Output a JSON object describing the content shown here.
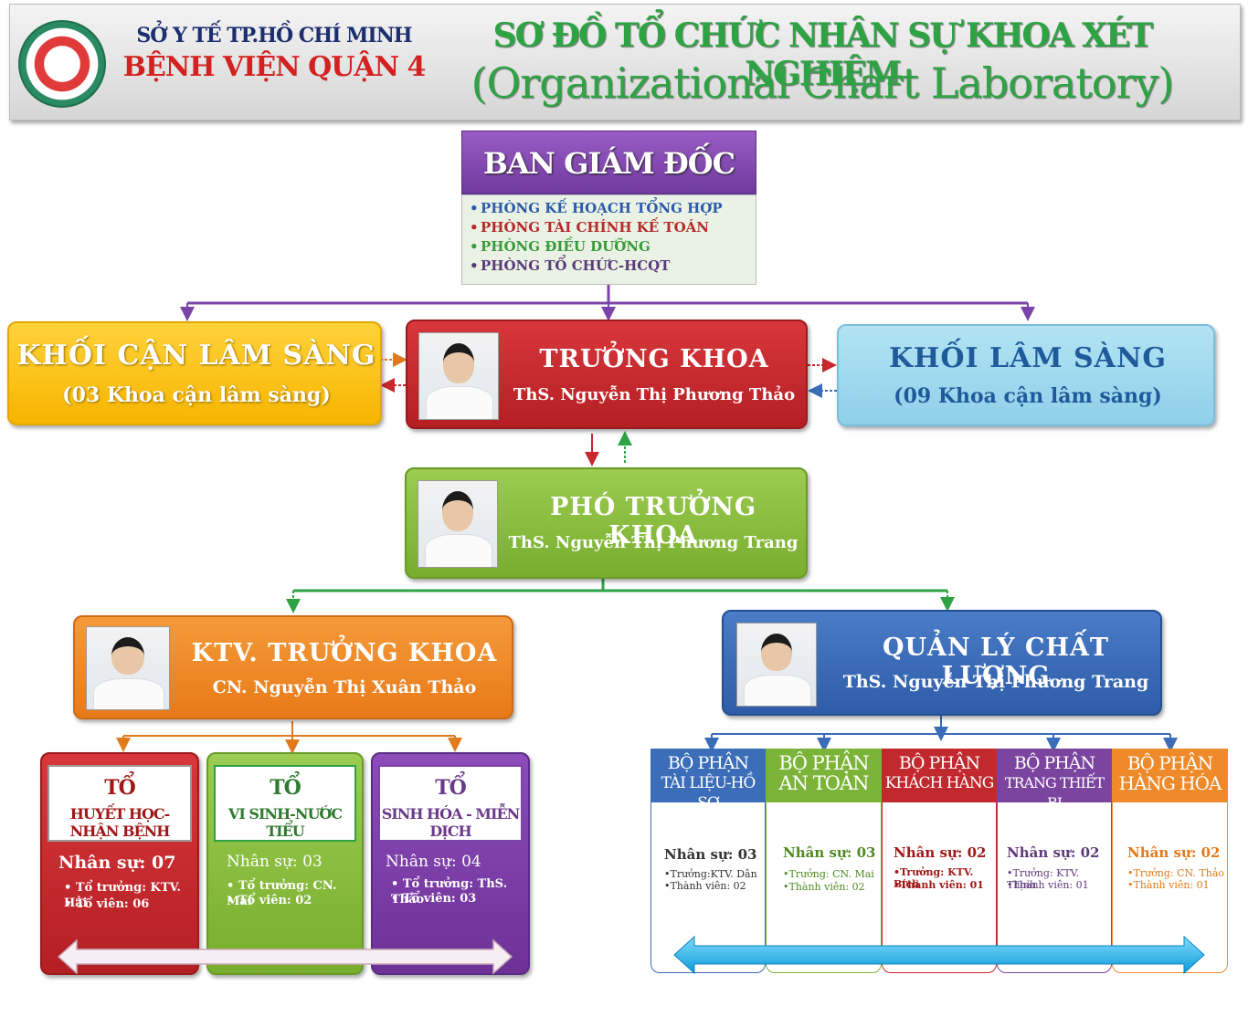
{
  "header": {
    "org_sub": "SỞ Y TẾ TP.HỒ CHÍ MINH",
    "org_main": "BỆNH VIỆN QUẬN 4",
    "title_vi": "SƠ ĐỒ TỔ CHỨC NHÂN SỰ  KHOA XÉT NGHIỆM",
    "title_en": "(Organizational Chart Laboratory)"
  },
  "director": {
    "title": "BAN GIÁM ĐỐC",
    "departments": [
      {
        "label": "PHÒNG KẾ HOẠCH TỔNG HỢP",
        "color": "#2d5aa8"
      },
      {
        "label": "PHÒNG TÀI CHÍNH KẾ TOÁN",
        "color": "#b52a2a"
      },
      {
        "label": "PHÒNG ĐIỀU DƯỠNG",
        "color": "#3a9a3a"
      },
      {
        "label": "PHÒNG TỔ CHỨC-HCQT",
        "color": "#5a3a7a"
      }
    ]
  },
  "block_left": {
    "title": "KHỐI CẬN LÂM SÀNG",
    "sub": "(03 Khoa cận lâm sàng)"
  },
  "block_right": {
    "title": "KHỐI  LÂM SÀNG",
    "sub": "(09 Khoa cận lâm sàng)"
  },
  "head": {
    "title": "TRƯỞNG KHOA",
    "name": "ThS. Nguyễn Thị Phương Thảo"
  },
  "deputy": {
    "title": "PHÓ TRƯỞNG KHOA",
    "name": "ThS. Nguyễn Thị Phương Trang"
  },
  "chief_tech": {
    "title": "KTV. TRƯỞNG KHOA",
    "name": "CN. Nguyễn Thị  Xuân Thảo"
  },
  "quality": {
    "title": "QUẢN LÝ CHẤT LƯỢNG",
    "name": "ThS. Nguyễn Thị Phương Trang"
  },
  "teams": [
    {
      "prefix": "TỔ",
      "name": "HUYẾT HỌC-NHẬN BỆNH",
      "staff": "Nhân sự: 07",
      "lead": "• Tổ trưởng: KTV. Hải",
      "members": "• Tổ viên: 06",
      "color": "#c8282d"
    },
    {
      "prefix": "TỔ",
      "name": "VI SINH-NƯỚC TIỂU",
      "staff": "Nhân sự: 03",
      "lead": "• Tổ trưởng: CN. Mai",
      "members": "• Tổ viên: 02",
      "color": "#82b634"
    },
    {
      "prefix": "TỔ",
      "name": "SINH HÓA - MIỄN DỊCH",
      "staff": "Nhân sự: 04",
      "lead": "• Tổ trưởng: ThS. Thảo",
      "members": "• Tổ viên: 03",
      "color": "#7b3ba6"
    }
  ],
  "units": [
    {
      "prefix": "BỘ PHẬN",
      "name": "TÀI LIỆU-HỒ SƠ",
      "staff": "Nhân sự: 03",
      "lead": "•Trưởng:KTV. Dân",
      "members": "•Thành  viên: 02",
      "color": "#3b6db8",
      "text_color": "#333333"
    },
    {
      "prefix": "BỘ PHẬN",
      "name": "AN TOÀN",
      "staff": "Nhân sự: 03",
      "lead": "•Trưởng: CN. Mai",
      "members": "•Thành  viên: 02",
      "color": "#7cb43a",
      "text_color": "#4f8a22"
    },
    {
      "prefix": "BỘ PHẬN",
      "name": "KHÁCH HÀNG",
      "staff": "Nhân sự: 02",
      "lead": "•Trưởng: KTV. Bích",
      "members": "•Thành viên: 01",
      "color": "#c2292e",
      "text_color": "#a01818"
    },
    {
      "prefix": "BỘ PHẬN",
      "name": "TRANG THIẾT BỊ",
      "staff": "Nhân sự: 02",
      "lead": "•Trưởng: KTV. Thịnh",
      "members": "•Thành viên: 01",
      "color": "#7b449f",
      "text_color": "#5e3a7a"
    },
    {
      "prefix": "BỘ PHẬN",
      "name": "HÀNG HÓA",
      "staff": "Nhân sự: 02",
      "lead": "•Trưởng: CN. Thảo",
      "members": "•Thành viên: 01",
      "color": "#ee8a2a",
      "text_color": "#e07a1a"
    }
  ],
  "colors": {
    "purple": "#7a44a8",
    "red": "#c8282d",
    "yellow": "#ffc20e",
    "sky": "#9ad8ee",
    "green": "#86bc3e",
    "orange": "#ef8a2a",
    "blue": "#3a6cb8",
    "cyan_arrow": "#1aaee0"
  }
}
